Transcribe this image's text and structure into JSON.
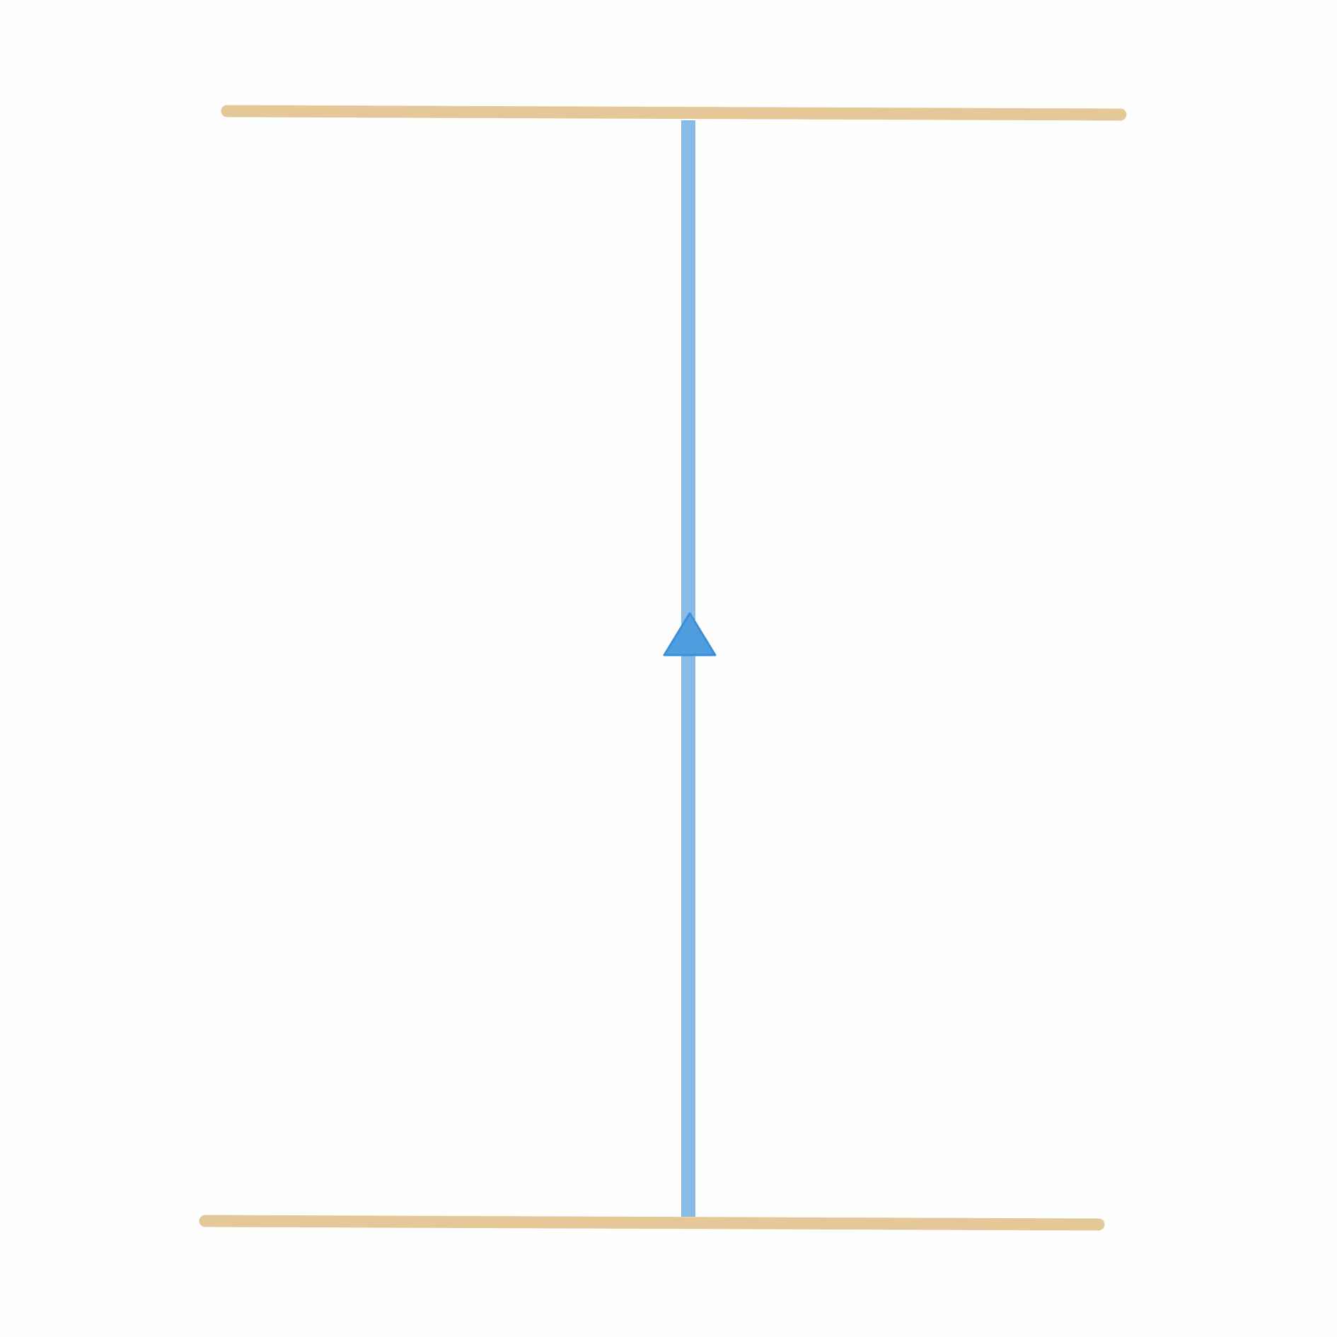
{
  "diagram": {
    "type": "line-segment-diagram",
    "colors": {
      "background": "#fefefe",
      "boundary": "#e4c898",
      "arrow": "#88bbe6",
      "arrowhead": "#4f9cde",
      "arrowhead_stroke": "#3a8fd8"
    },
    "boundaries": [
      {
        "name": "top-boundary-line"
      },
      {
        "name": "bottom-boundary-line"
      }
    ],
    "arrow": {
      "name": "vertical-arrow",
      "direction": "up",
      "from": "bottom-boundary-line",
      "to": "top-boundary-line"
    }
  }
}
